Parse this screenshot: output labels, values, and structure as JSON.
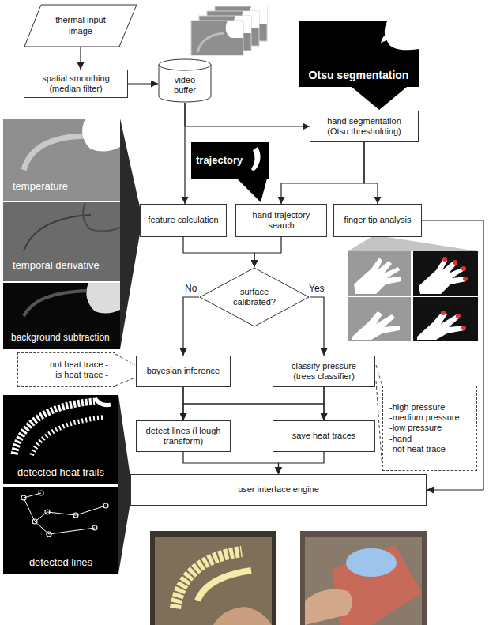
{
  "diagram": {
    "nodes": [
      {
        "text": [
          "thermal input image"
        ]
      },
      {
        "text": [
          "spatial smoothing (median filter)"
        ]
      },
      {
        "text": [
          "video buffer"
        ]
      },
      {
        "text": [
          "Otsu segmentation"
        ]
      },
      {
        "text": [
          "hand segmentation (Otsu thresholding)"
        ]
      },
      {
        "text": [
          "temperature"
        ]
      },
      {
        "text": [
          "temporal derivative"
        ]
      },
      {
        "text": [
          "background subtraction"
        ]
      },
      {
        "text": [
          "trajectory"
        ]
      },
      {
        "text": [
          "feature calculation"
        ]
      },
      {
        "text": [
          "hand trajectory search"
        ]
      },
      {
        "text": [
          "finger tip analysis"
        ]
      },
      {
        "text": [
          "surface calibrated?"
        ]
      },
      {
        "text": [
          "not heat trace -",
          "is heat trace -"
        ]
      },
      {
        "text": [
          "bayesian inference"
        ]
      },
      {
        "text": [
          "classify pressure (trees classifier)"
        ]
      },
      {
        "text": [
          "-high pressure",
          "-medium pressure",
          "-low pressure",
          "-hand",
          "-not heat trace"
        ]
      },
      {
        "text": [
          "detected heat trails"
        ]
      },
      {
        "text": [
          "detect lines (Hough transform)"
        ]
      },
      {
        "text": [
          "save heat traces"
        ]
      },
      {
        "text": [
          "detected lines"
        ]
      },
      {
        "text": [
          "user interface engine"
        ]
      }
    ],
    "edges": [
      {
        "from": 0,
        "to": 1,
        "arrow": "to"
      },
      {
        "from": 1,
        "to": 2,
        "arrow": "to"
      },
      {
        "from": 2,
        "to": 4,
        "arrow": "to"
      },
      {
        "from": 2,
        "to": 9,
        "arrow": "to"
      },
      {
        "from": 4,
        "to": 10,
        "arrow": "to"
      },
      {
        "from": 4,
        "to": 11,
        "arrow": "to"
      },
      {
        "from": 11,
        "to": 21,
        "arrow": "to"
      },
      {
        "from": 9,
        "to": 12,
        "arrow": "to"
      },
      {
        "from": 10,
        "to": 12,
        "arrow": "to"
      },
      {
        "from": 12,
        "to": 14,
        "label": "No",
        "arrow": "to"
      },
      {
        "from": 12,
        "to": 15,
        "label": "Yes",
        "arrow": "to"
      },
      {
        "from": 14,
        "to": 18,
        "arrow": "to"
      },
      {
        "from": 14,
        "to": 19,
        "arrow": "to"
      },
      {
        "from": 15,
        "to": 18,
        "arrow": "to"
      },
      {
        "from": 15,
        "to": 19,
        "arrow": "to"
      },
      {
        "from": 18,
        "to": 21,
        "arrow": "to"
      },
      {
        "from": 19,
        "to": 21,
        "arrow": "to"
      }
    ]
  }
}
